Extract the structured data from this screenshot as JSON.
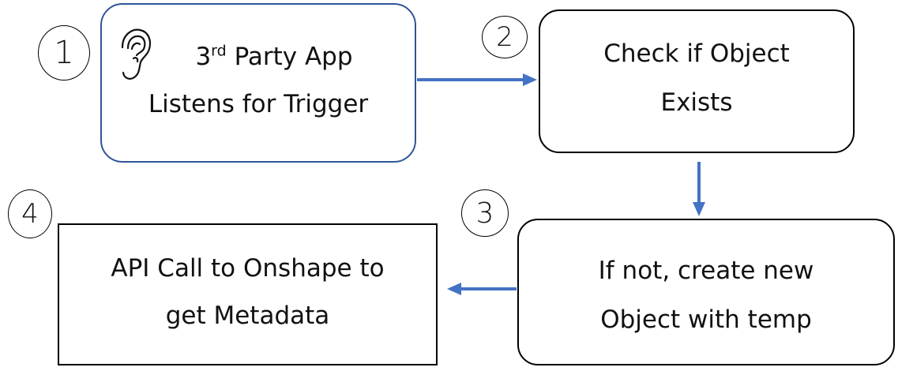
{
  "steps": [
    {
      "number": "1",
      "line1_main": "3",
      "line1_sup": "rd",
      "line1_rest": " Party App",
      "line2": "Listens for Trigger",
      "icon": "ear-icon"
    },
    {
      "number": "2",
      "line1": "Check if Object",
      "line2": "Exists"
    },
    {
      "number": "3",
      "line1": "If not, create new",
      "line2": "Object with temp"
    },
    {
      "number": "4",
      "line1": "API Call to Onshape to",
      "line2": "get Metadata"
    }
  ],
  "colors": {
    "step1_border": "#2f5597",
    "box_border": "#000000",
    "arrow": "#4472c4"
  }
}
